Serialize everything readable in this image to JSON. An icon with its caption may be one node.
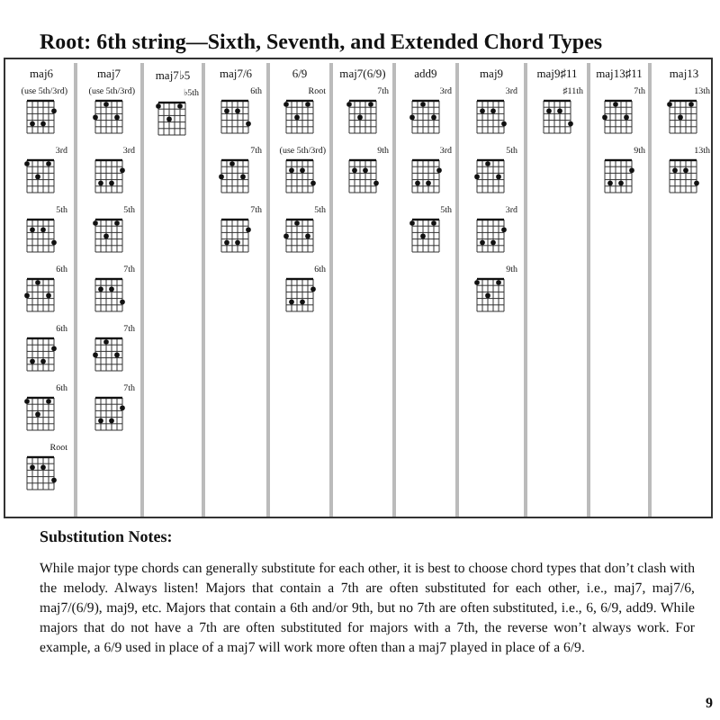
{
  "diagram": {
    "title": "Root: 6th string—Sixth, Seventh, and Extended Chord Types",
    "nodes": [
      {
        "text": [
          "maj6"
        ]
      },
      {
        "text": [
          "maj7"
        ]
      },
      {
        "text": [
          "maj7♭5"
        ]
      },
      {
        "text": [
          "maj7/6"
        ]
      },
      {
        "text": [
          "6/9"
        ]
      },
      {
        "text": [
          "maj7(6/9)"
        ]
      },
      {
        "text": [
          "add9"
        ]
      },
      {
        "text": [
          "maj9"
        ]
      },
      {
        "text": [
          "maj9♯11"
        ]
      },
      {
        "text": [
          "maj13♯11"
        ]
      },
      {
        "text": [
          "maj13"
        ]
      },
      {
        "text": [
          "(use 5th/3rd)"
        ],
        "in": 0
      },
      {
        "text": [
          "3rd"
        ],
        "in": 0
      },
      {
        "text": [
          "5th"
        ],
        "in": 0
      },
      {
        "text": [
          "6th"
        ],
        "in": 0
      },
      {
        "text": [
          "6th"
        ],
        "in": 0
      },
      {
        "text": [
          "6th"
        ],
        "in": 0
      },
      {
        "text": [
          "Root"
        ],
        "in": 0
      },
      {
        "text": [
          "(use 5th/3rd)"
        ],
        "in": 1
      },
      {
        "text": [
          "3rd"
        ],
        "in": 1
      },
      {
        "text": [
          "5th"
        ],
        "in": 1
      },
      {
        "text": [
          "7th"
        ],
        "in": 1
      },
      {
        "text": [
          "7th"
        ],
        "in": 1
      },
      {
        "text": [
          "7th"
        ],
        "in": 1
      },
      {
        "text": [
          "♭5th"
        ],
        "in": 2
      },
      {
        "text": [
          "6th"
        ],
        "in": 3
      },
      {
        "text": [
          "7th"
        ],
        "in": 3
      },
      {
        "text": [
          "7th"
        ],
        "in": 3
      },
      {
        "text": [
          "Root"
        ],
        "in": 4
      },
      {
        "text": [
          "(use 5th/3rd)"
        ],
        "in": 4
      },
      {
        "text": [
          "5th"
        ],
        "in": 4
      },
      {
        "text": [
          "6th"
        ],
        "in": 4
      },
      {
        "text": [
          "7th"
        ],
        "in": 5
      },
      {
        "text": [
          "9th"
        ],
        "in": 5
      },
      {
        "text": [
          "3rd"
        ],
        "in": 6
      },
      {
        "text": [
          "3rd"
        ],
        "in": 6
      },
      {
        "text": [
          "5th"
        ],
        "in": 6
      },
      {
        "text": [
          "3rd"
        ],
        "in": 7
      },
      {
        "text": [
          "5th"
        ],
        "in": 7
      },
      {
        "text": [
          "3rd"
        ],
        "in": 7
      },
      {
        "text": [
          "9th"
        ],
        "in": 7
      },
      {
        "text": [
          "♯11th"
        ],
        "in": 8
      },
      {
        "text": [
          "7th"
        ],
        "in": 9
      },
      {
        "text": [
          "9th"
        ],
        "in": 9
      },
      {
        "text": [
          "13th"
        ],
        "in": 10
      },
      {
        "text": [
          "13th"
        ],
        "in": 10
      }
    ],
    "labels": [
      "Substitution Notes:",
      "While major type chords can generally substitute for each other, it is best to choose chord types that don’t clash with the melody. Always listen! Majors that contain a 7th are often substituted for each other, i.e., maj7, maj7/6, maj7/(6/9), maj9, etc. Majors that contain a 6th and/or 9th, but no 7th are often substituted, i.e., 6, 6/9, add9. While majors that do not have a 7th are often substituted for majors with a 7th, the reverse won’t always work. For example, a 6/9 used in place of a maj7 will work more often than a maj7 played in place of a 6/9.",
      "9"
    ]
  }
}
